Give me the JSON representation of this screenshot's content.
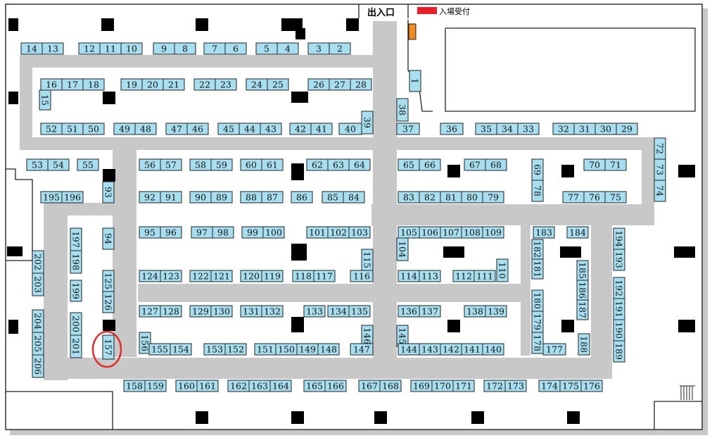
{
  "exit_label": "出入口",
  "reception_label": "入場受付",
  "highlighted_booth": "157",
  "colors": {
    "booth_fill": "#a8dff0",
    "booth_stroke": "#222222",
    "aisle": "#c8c8c8",
    "pillar": "#000000",
    "reception": "#e8202a",
    "reception_counter": "#f08a24",
    "highlight": "#e03030"
  },
  "booths": [
    [
      "14",
      ""
    ],
    [
      "13",
      ""
    ],
    [
      "12",
      ""
    ],
    [
      "11",
      ""
    ],
    [
      "10",
      ""
    ],
    [
      "9",
      ""
    ],
    [
      "8",
      ""
    ],
    [
      "7",
      ""
    ],
    [
      "6",
      ""
    ],
    [
      "5",
      ""
    ],
    [
      "4",
      ""
    ],
    [
      "3",
      ""
    ],
    [
      "2",
      ""
    ],
    [
      "16",
      ""
    ],
    [
      "17",
      ""
    ],
    [
      "18",
      ""
    ],
    [
      "15",
      "v"
    ],
    [
      "19",
      ""
    ],
    [
      "20",
      ""
    ],
    [
      "21",
      ""
    ],
    [
      "22",
      ""
    ],
    [
      "23",
      ""
    ],
    [
      "24",
      ""
    ],
    [
      "25",
      ""
    ],
    [
      "26",
      ""
    ],
    [
      "27",
      ""
    ],
    [
      "28",
      ""
    ],
    [
      "1",
      "v"
    ],
    [
      "38",
      "v"
    ],
    [
      "39",
      "v"
    ],
    [
      "52",
      ""
    ],
    [
      "51",
      ""
    ],
    [
      "50",
      ""
    ],
    [
      "49",
      ""
    ],
    [
      "48",
      ""
    ],
    [
      "47",
      ""
    ],
    [
      "46",
      ""
    ],
    [
      "45",
      ""
    ],
    [
      "44",
      ""
    ],
    [
      "43",
      ""
    ],
    [
      "42",
      ""
    ],
    [
      "41",
      ""
    ],
    [
      "40",
      ""
    ],
    [
      "37",
      ""
    ],
    [
      "36",
      ""
    ],
    [
      "35",
      ""
    ],
    [
      "34",
      ""
    ],
    [
      "33",
      ""
    ],
    [
      "32",
      ""
    ],
    [
      "31",
      ""
    ],
    [
      "30",
      ""
    ],
    [
      "29",
      ""
    ],
    [
      "53",
      ""
    ],
    [
      "54",
      ""
    ],
    [
      "55",
      ""
    ],
    [
      "56",
      ""
    ],
    [
      "57",
      ""
    ],
    [
      "58",
      ""
    ],
    [
      "59",
      ""
    ],
    [
      "60",
      ""
    ],
    [
      "61",
      ""
    ],
    [
      "62",
      ""
    ],
    [
      "63",
      ""
    ],
    [
      "64",
      ""
    ],
    [
      "65",
      ""
    ],
    [
      "66",
      ""
    ],
    [
      "67",
      ""
    ],
    [
      "68",
      ""
    ],
    [
      "69",
      "v"
    ],
    [
      "78",
      "v"
    ],
    [
      "70",
      ""
    ],
    [
      "71",
      ""
    ],
    [
      "72",
      "v"
    ],
    [
      "73",
      "v"
    ],
    [
      "74",
      "v"
    ],
    [
      "195",
      ""
    ],
    [
      "196",
      ""
    ],
    [
      "93",
      "v"
    ],
    [
      "92",
      ""
    ],
    [
      "91",
      ""
    ],
    [
      "90",
      ""
    ],
    [
      "89",
      ""
    ],
    [
      "88",
      ""
    ],
    [
      "87",
      ""
    ],
    [
      "86",
      ""
    ],
    [
      "85",
      ""
    ],
    [
      "84",
      ""
    ],
    [
      "83",
      ""
    ],
    [
      "82",
      ""
    ],
    [
      "81",
      ""
    ],
    [
      "80",
      ""
    ],
    [
      "79",
      ""
    ],
    [
      "77",
      ""
    ],
    [
      "76",
      ""
    ],
    [
      "75",
      ""
    ],
    [
      "197",
      "v"
    ],
    [
      "198",
      "v"
    ],
    [
      "94",
      "v"
    ],
    [
      "95",
      ""
    ],
    [
      "96",
      ""
    ],
    [
      "97",
      ""
    ],
    [
      "98",
      ""
    ],
    [
      "99",
      ""
    ],
    [
      "100",
      ""
    ],
    [
      "101",
      ""
    ],
    [
      "102",
      ""
    ],
    [
      "103",
      ""
    ],
    [
      "104",
      "v"
    ],
    [
      "105",
      ""
    ],
    [
      "106",
      ""
    ],
    [
      "107",
      ""
    ],
    [
      "108",
      ""
    ],
    [
      "109",
      ""
    ],
    [
      "183",
      ""
    ],
    [
      "182",
      "v"
    ],
    [
      "181",
      "v"
    ],
    [
      "184",
      ""
    ],
    [
      "194",
      "v"
    ],
    [
      "193",
      "v"
    ],
    [
      "202",
      "v"
    ],
    [
      "203",
      "v"
    ],
    [
      "199",
      "v"
    ],
    [
      "125",
      "v"
    ],
    [
      "126",
      "v"
    ],
    [
      "124",
      ""
    ],
    [
      "123",
      ""
    ],
    [
      "122",
      ""
    ],
    [
      "121",
      ""
    ],
    [
      "120",
      ""
    ],
    [
      "119",
      ""
    ],
    [
      "118",
      ""
    ],
    [
      "117",
      ""
    ],
    [
      "115",
      "v"
    ],
    [
      "116",
      ""
    ],
    [
      "114",
      ""
    ],
    [
      "113",
      ""
    ],
    [
      "112",
      ""
    ],
    [
      "111",
      ""
    ],
    [
      "110",
      "v"
    ],
    [
      "185",
      "v"
    ],
    [
      "186",
      "v"
    ],
    [
      "187",
      "v"
    ],
    [
      "192",
      "v"
    ],
    [
      "191",
      "v"
    ],
    [
      "190",
      "v"
    ],
    [
      "189",
      "v"
    ],
    [
      "127",
      ""
    ],
    [
      "128",
      ""
    ],
    [
      "129",
      ""
    ],
    [
      "130",
      ""
    ],
    [
      "131",
      ""
    ],
    [
      "132",
      ""
    ],
    [
      "133",
      ""
    ],
    [
      "134",
      ""
    ],
    [
      "135",
      ""
    ],
    [
      "136",
      ""
    ],
    [
      "137",
      ""
    ],
    [
      "138",
      ""
    ],
    [
      "139",
      ""
    ],
    [
      "180",
      "v"
    ],
    [
      "179",
      "v"
    ],
    [
      "178",
      "v"
    ],
    [
      "177",
      ""
    ],
    [
      "188",
      "v"
    ],
    [
      "204",
      "v"
    ],
    [
      "205",
      "v"
    ],
    [
      "206",
      "v"
    ],
    [
      "200",
      "v"
    ],
    [
      "201",
      "v"
    ],
    [
      "157",
      "v"
    ],
    [
      "156",
      "v"
    ],
    [
      "155",
      ""
    ],
    [
      "154",
      ""
    ],
    [
      "153",
      ""
    ],
    [
      "152",
      ""
    ],
    [
      "151",
      ""
    ],
    [
      "150",
      ""
    ],
    [
      "149",
      ""
    ],
    [
      "148",
      ""
    ],
    [
      "146",
      "v"
    ],
    [
      "147",
      ""
    ],
    [
      "145",
      "v"
    ],
    [
      "144",
      ""
    ],
    [
      "143",
      ""
    ],
    [
      "142",
      ""
    ],
    [
      "141",
      ""
    ],
    [
      "140",
      ""
    ],
    [
      "158",
      ""
    ],
    [
      "159",
      ""
    ],
    [
      "160",
      ""
    ],
    [
      "161",
      ""
    ],
    [
      "162",
      ""
    ],
    [
      "163",
      ""
    ],
    [
      "164",
      ""
    ],
    [
      "165",
      ""
    ],
    [
      "166",
      ""
    ],
    [
      "167",
      ""
    ],
    [
      "168",
      ""
    ],
    [
      "169",
      ""
    ],
    [
      "170",
      ""
    ],
    [
      "171",
      ""
    ],
    [
      "172",
      ""
    ],
    [
      "173",
      ""
    ],
    [
      "174",
      ""
    ],
    [
      "175",
      ""
    ],
    [
      "176",
      ""
    ]
  ]
}
